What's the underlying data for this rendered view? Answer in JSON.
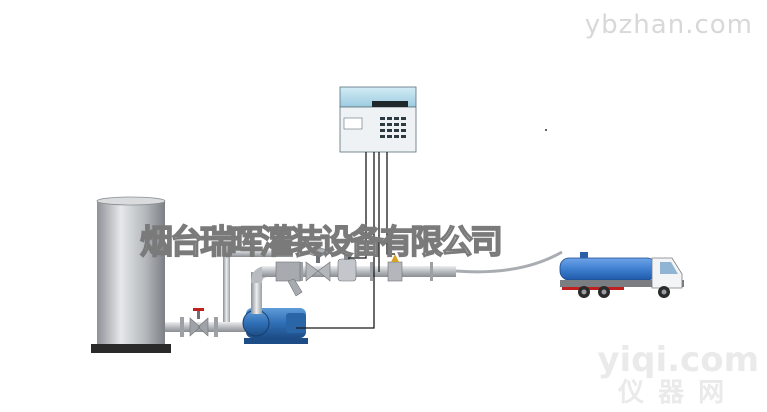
{
  "watermarks": {
    "top_right": "ybzhan.com",
    "center": "烟台瑞晖灌装设备有限公司",
    "bottom_right_main": "yiqi.com",
    "bottom_right_sub": "仪器网"
  },
  "colors": {
    "pipe": "#b9bcc0",
    "tank": "#b3b6ba",
    "pump": "#2f6fb6",
    "controller_top": "#b7dcec",
    "truck_tank": "#3f7fd0",
    "signal_line": "#1a1a1a"
  },
  "icons": {
    "storage_tank": "storage-tank-icon",
    "pump": "pump-icon",
    "controller": "controller-icon",
    "truck": "tanker-truck-icon",
    "filter": "y-filter-icon",
    "meter": "flow-meter-icon"
  }
}
